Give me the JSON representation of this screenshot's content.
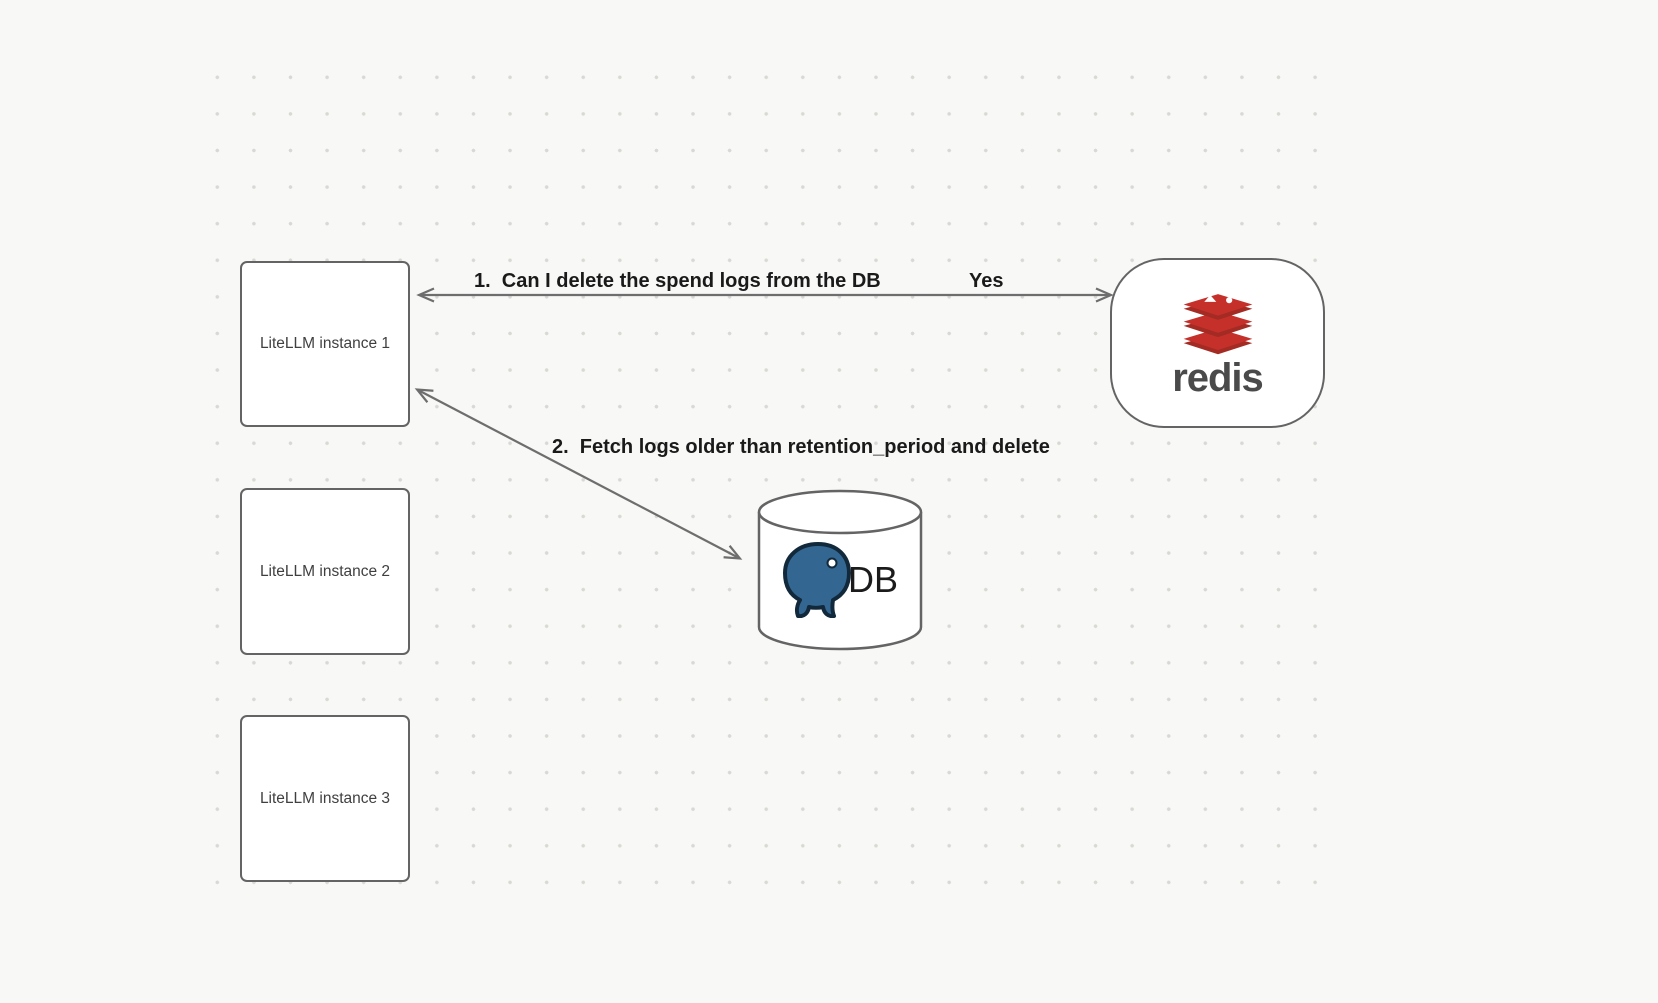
{
  "nodes": {
    "litellm1": {
      "label": "LiteLLM instance 1"
    },
    "litellm2": {
      "label": "LiteLLM instance 2"
    },
    "litellm3": {
      "label": "LiteLLM instance 3"
    },
    "redis": {
      "label": "redis"
    },
    "db": {
      "label": "DB"
    }
  },
  "edges": {
    "redis_query": {
      "label": "1.  Can I delete the spend logs from the DB",
      "answer": "Yes"
    },
    "db_fetch": {
      "label": "2.  Fetch logs older than retention_period and delete"
    }
  },
  "colors": {
    "background": "#f8f8f6",
    "dot": "#d8d8d4",
    "border": "#646464",
    "arrow": "#6e6e6e",
    "label_text": "#1a1a1a",
    "node_text": "#3f3f3f",
    "redis_red": "#c6302b",
    "redis_dark": "#a32b23",
    "redis_text": "#4a4a4a",
    "postgres_blue": "#336791"
  }
}
